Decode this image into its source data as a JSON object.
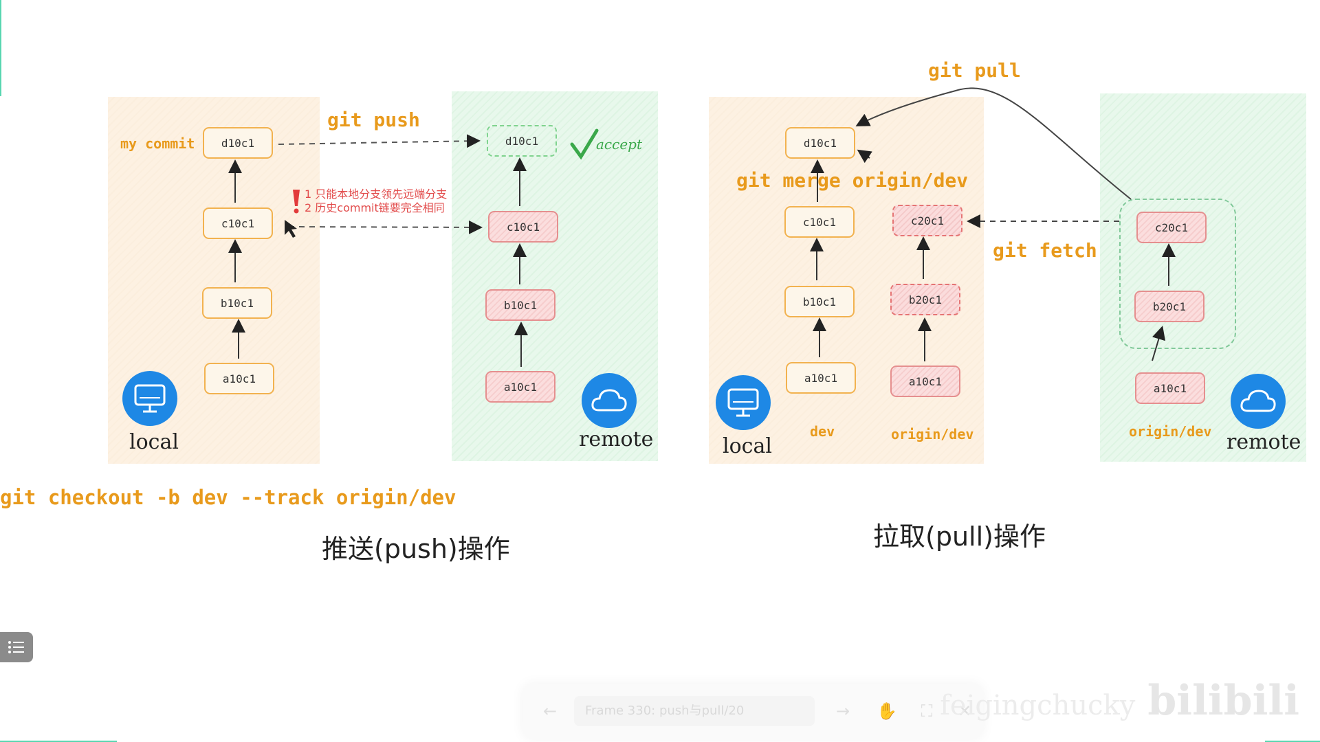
{
  "push": {
    "label": "git push",
    "my_commit": "my commit",
    "accept": "accept",
    "warnings": [
      "1  只能本地分支领先远端分支",
      "2  历史commit链要完全相同"
    ],
    "local_nodes": [
      "d10c1",
      "c10c1",
      "b10c1",
      "a10c1"
    ],
    "remote_nodes": [
      "d10c1",
      "c10c1",
      "b10c1",
      "a10c1"
    ],
    "local_label": "local",
    "remote_label": "remote",
    "command": "git checkout -b dev --track origin/dev",
    "caption": "推送(push)操作"
  },
  "pull": {
    "pull_label": "git pull",
    "merge_label": "git merge origin/dev",
    "fetch_label": "git fetch",
    "dev_nodes": [
      "d10c1",
      "c10c1",
      "b10c1",
      "a10c1"
    ],
    "origin_nodes": [
      "c20c1",
      "b20c1",
      "a10c1"
    ],
    "remote_nodes": [
      "c20c1",
      "b20c1",
      "a10c1"
    ],
    "dev_label": "dev",
    "origin_label": "origin/dev",
    "remote_branch_label": "origin/dev",
    "local_label": "local",
    "remote_label": "remote",
    "caption": "拉取(pull)操作"
  },
  "toolbar": {
    "frame_text": "Frame 330:  push与pull/20",
    "prev": "←",
    "next": "→",
    "hand": "✋",
    "fit": "⛶",
    "close": "✕"
  },
  "watermark": {
    "author": "feigingchucky",
    "logo": "bilibili"
  },
  "colors": {
    "accent": "#e89a1c",
    "node_border": "#f2b24f",
    "remote_pink": "#e58f8f",
    "icon_blue": "#1e88e5"
  }
}
